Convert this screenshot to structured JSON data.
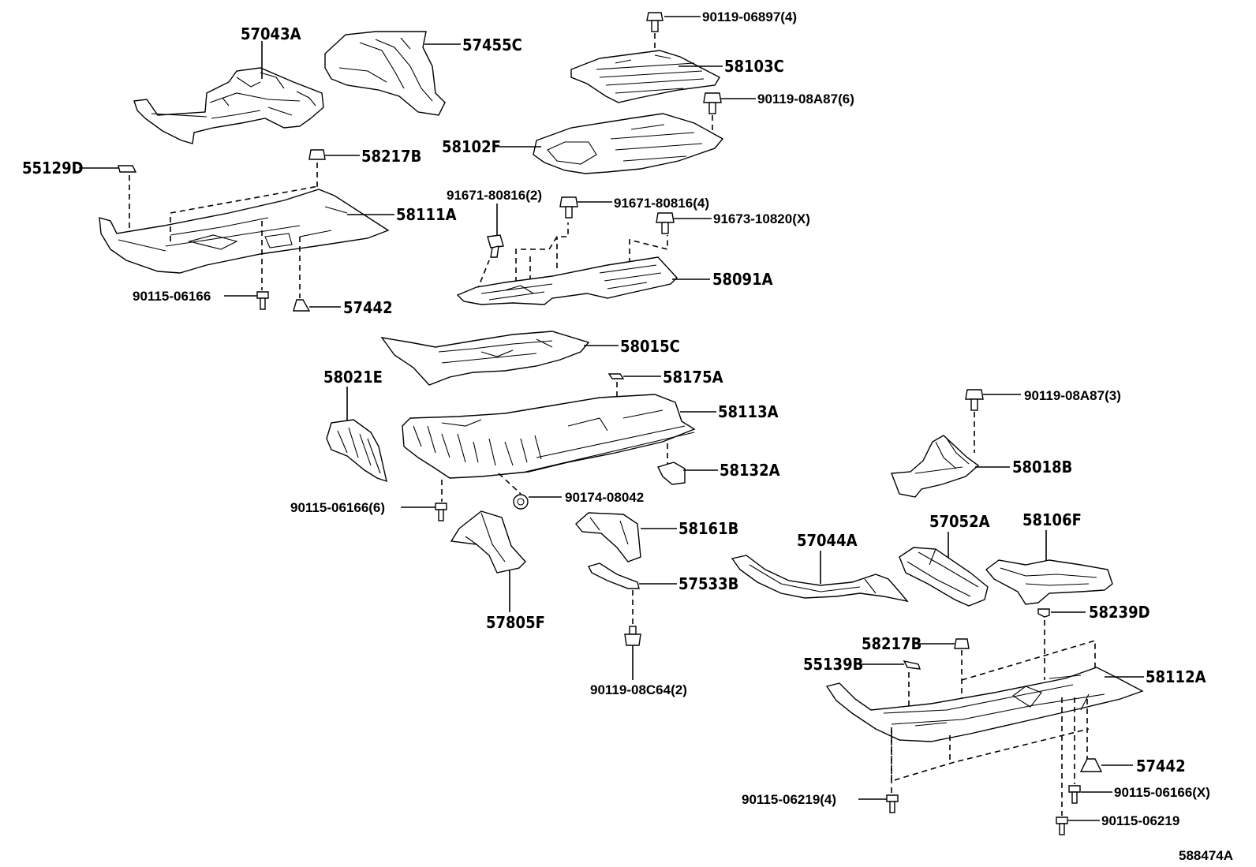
{
  "diagram_id": "588474A",
  "labels": {
    "p57043A": "57043A",
    "p57455C": "57455C",
    "p90119_06897": "90119-06897(4)",
    "p58103C": "58103C",
    "p90119_08A87_6": "90119-08A87(6)",
    "p58102F": "58102F",
    "p55129D": "55129D",
    "p58217B_a": "58217B",
    "p58111A": "58111A",
    "p91671_80816_2": "91671-80816(2)",
    "p91671_80816_4": "91671-80816(4)",
    "p91673_10820": "91673-10820(X)",
    "p58091A": "58091A",
    "p90115_06166_a": "90115-06166",
    "p57442_a": "57442",
    "p58015C": "58015C",
    "p58021E": "58021E",
    "p58175A": "58175A",
    "p58113A": "58113A",
    "p90119_08A87_3": "90119-08A87(3)",
    "p58132A": "58132A",
    "p58018B": "58018B",
    "p90115_06166_6": "90115-06166(6)",
    "p90174_08042": "90174-08042",
    "p58161B": "58161B",
    "p57052A": "57052A",
    "p58106F": "58106F",
    "p57044A": "57044A",
    "p57533B": "57533B",
    "p57805F": "57805F",
    "p58239D": "58239D",
    "p58217B_b": "58217B",
    "p55139B": "55139B",
    "p58112A": "58112A",
    "p90119_08C64": "90119-08C64(2)",
    "p57442_b": "57442",
    "p90115_06219_4": "90115-06219(4)",
    "p90115_06166_x": "90115-06166(X)",
    "p90115_06219": "90115-06219"
  }
}
